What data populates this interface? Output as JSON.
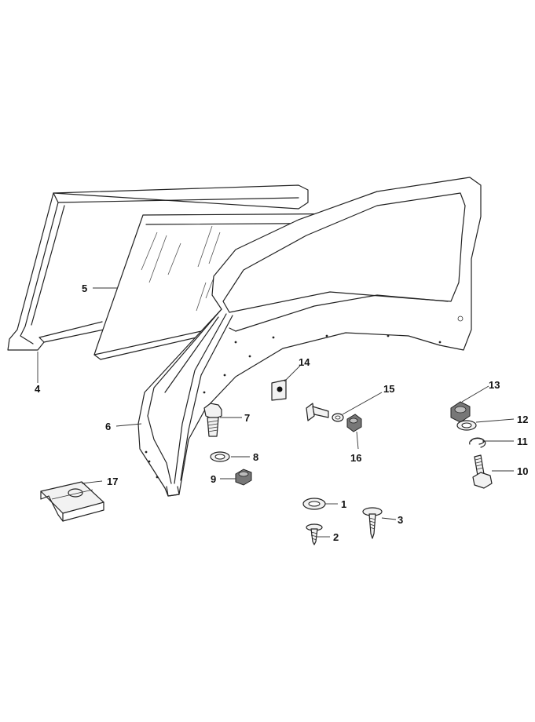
{
  "diagram": {
    "callouts": [
      {
        "id": "c1",
        "label": "1"
      },
      {
        "id": "c2",
        "label": "2"
      },
      {
        "id": "c3",
        "label": "3"
      },
      {
        "id": "c4",
        "label": "4"
      },
      {
        "id": "c5",
        "label": "5"
      },
      {
        "id": "c6",
        "label": "6"
      },
      {
        "id": "c7",
        "label": "7"
      },
      {
        "id": "c8",
        "label": "8"
      },
      {
        "id": "c9",
        "label": "9"
      },
      {
        "id": "c10",
        "label": "10"
      },
      {
        "id": "c11",
        "label": "11"
      },
      {
        "id": "c12",
        "label": "12"
      },
      {
        "id": "c13",
        "label": "13"
      },
      {
        "id": "c14",
        "label": "14"
      },
      {
        "id": "c15",
        "label": "15"
      },
      {
        "id": "c16",
        "label": "16"
      },
      {
        "id": "c17",
        "label": "17"
      }
    ]
  },
  "colors": {
    "line": "#222222",
    "background": "#ffffff"
  }
}
